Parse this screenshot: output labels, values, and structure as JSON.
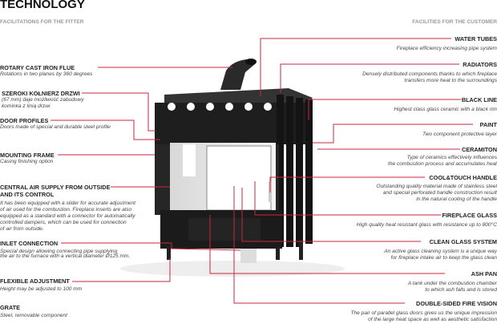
{
  "title": "TECHNOLOGY",
  "left_section": "FACILITATIONS FOR THE FITTER",
  "right_section": "FACILITIES FOR THE CUSTOMER",
  "colors": {
    "leader": "#c8283c",
    "body": "#1e1e1e"
  },
  "left": [
    {
      "title": "ROTARY CAST IRON FLUE",
      "desc": [
        "Rotations in two planes by 360 degrees"
      ]
    },
    {
      "title": "SZEROKI KOŁNIERZ DRZWI",
      "desc": [
        "(67 mm) daje możliwość zabudowy",
        "kominka z linią drzwi"
      ]
    },
    {
      "title": "DOOR PROFILES",
      "desc": [
        "Doors made of special and durable steel profile"
      ]
    },
    {
      "title": "MOUNTING FRAME",
      "desc": [
        "Casing finishing option"
      ]
    },
    {
      "title": "CENTRAL AIR SUPPLY FROM OUTSIDE",
      "title2": "AND ITS CONTROL",
      "desc": [
        "It has been equipped with a slider for accurate adjustment",
        "of air used for the combustion. Fireplace inserts are also",
        "equipped as a standard with a connector for automatically",
        "controlled dampers, which can be used for connection",
        "of air from outside."
      ]
    },
    {
      "title": "INLET CONNECTION",
      "desc": [
        "Special design allowing connecting pipe supplying",
        "the air to the furnace with a vertical diameter Ø125 mm."
      ]
    },
    {
      "title": "FLEXIBLE ADJUSTMENT",
      "desc": [
        "Height may be adjusted to 100 mm"
      ]
    },
    {
      "title": "GRATE",
      "desc": [
        "Steel, removable component"
      ]
    }
  ],
  "right": [
    {
      "title": "WATER TUBES",
      "desc": [
        "Fireplace efficiency increasing pipe system"
      ]
    },
    {
      "title": "RADIATORS",
      "desc": [
        "Densely distributed components thanks to which fireplace",
        "transfers more heat to the surroundings"
      ]
    },
    {
      "title": "BLACK LINE",
      "desc": [
        "Highest class glass ceramic with a black rim"
      ]
    },
    {
      "title": "PAINT",
      "desc": [
        "Two component protective layer"
      ]
    },
    {
      "title": "CERAMITON",
      "desc": [
        "Type of ceramics effectively influences",
        "the combustion process and accumulates heat"
      ]
    },
    {
      "title": "COOL&TOUCH HANDLE",
      "desc": [
        "Outstanding quality material made of stainless steel",
        "and special perforated handle construction result",
        "in the natural cooling of the handle"
      ]
    },
    {
      "title": "FIREPLACE GLASS",
      "desc": [
        "High quality heat resistant glass with resistance up to 800°C"
      ]
    },
    {
      "title": "CLEAN GLASS SYSTEM",
      "desc": [
        "An active glass cleaning system is a unique way",
        "for fireplace intake air to keep the glass clean"
      ]
    },
    {
      "title": "ASH PAN",
      "desc": [
        "A tank under the combustion chamber",
        "to which ash falls and is stored"
      ]
    },
    {
      "title": "DOUBLE-SIDED FIRE VISION",
      "desc": [
        "The pair of parallel glass doors gives us the unique impression",
        "of the large heat space as well as aesthetic satisfaction"
      ]
    }
  ]
}
